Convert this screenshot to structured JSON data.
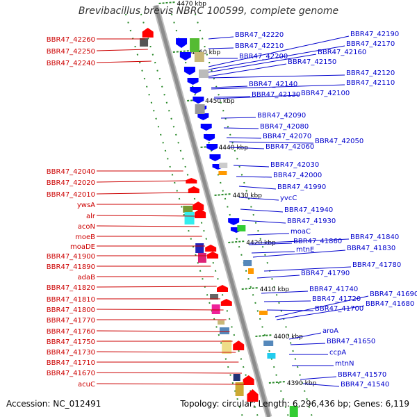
{
  "title": "Brevibacillus brevis NBRC 100599, complete genome",
  "accession_text": "Accession: NC_012491",
  "summary_text": "Topology: circular; Length: 6,296,436 bp; Genes: 6,119",
  "colors": {
    "backbone": "#8c8c8c",
    "forward_label": "#cc0000",
    "reverse_label": "#0000cc",
    "tick_dots": "#2a8a2a",
    "forward_gene": "#ff0000",
    "reverse_gene": "#0000ff"
  },
  "ticks": [
    "4470 kbp",
    "4460 kbp",
    "4450 kbp",
    "4440 kbp",
    "4430 kbp",
    "4420 kbp",
    "4410 kbp",
    "4400 kbp",
    "4390 kbp"
  ],
  "left_labels": [
    "BBR47_42260",
    "BBR47_42250",
    "BBR47_42240",
    "BBR47_42040",
    "BBR47_42020",
    "BBR47_42010",
    "ywsA",
    "alr",
    "acoN",
    "moeB",
    "moaDE",
    "BBR47_41900",
    "BBR47_41890",
    "adaB",
    "BBR47_41820",
    "BBR47_41810",
    "BBR47_41800",
    "BBR47_41770",
    "BBR47_41760",
    "BBR47_41750",
    "BBR47_41730",
    "BBR47_41710",
    "BBR47_41670",
    "acuC"
  ],
  "right_labels": [
    "BBR47_42220",
    "BBR47_42190",
    "BBR47_42210",
    "BBR47_42170",
    "BBR47_42200",
    "BBR47_42160",
    "BBR47_42150",
    "BBR47_42120",
    "BBR47_42140",
    "BBR47_42110",
    "BBR47_42130",
    "BBR47_42100",
    "BBR47_42090",
    "BBR47_42080",
    "BBR47_42070",
    "BBR47_42050",
    "BBR47_42060",
    "BBR47_42030",
    "BBR47_42000",
    "BBR47_41990",
    "yvcC",
    "BBR47_41940",
    "BBR47_41930",
    "moaC",
    "BBR47_41860",
    "BBR47_41840",
    "mtnE",
    "BBR47_41830",
    "BBR47_41780",
    "BBR47_41790",
    "BBR47_41740",
    "BBR47_41690",
    "BBR47_41720",
    "BBR47_41680",
    "BBR47_41700",
    "aroA",
    "BBR47_41650",
    "ccpA",
    "mtnN",
    "BBR47_41570",
    "BBR47_41540"
  ]
}
